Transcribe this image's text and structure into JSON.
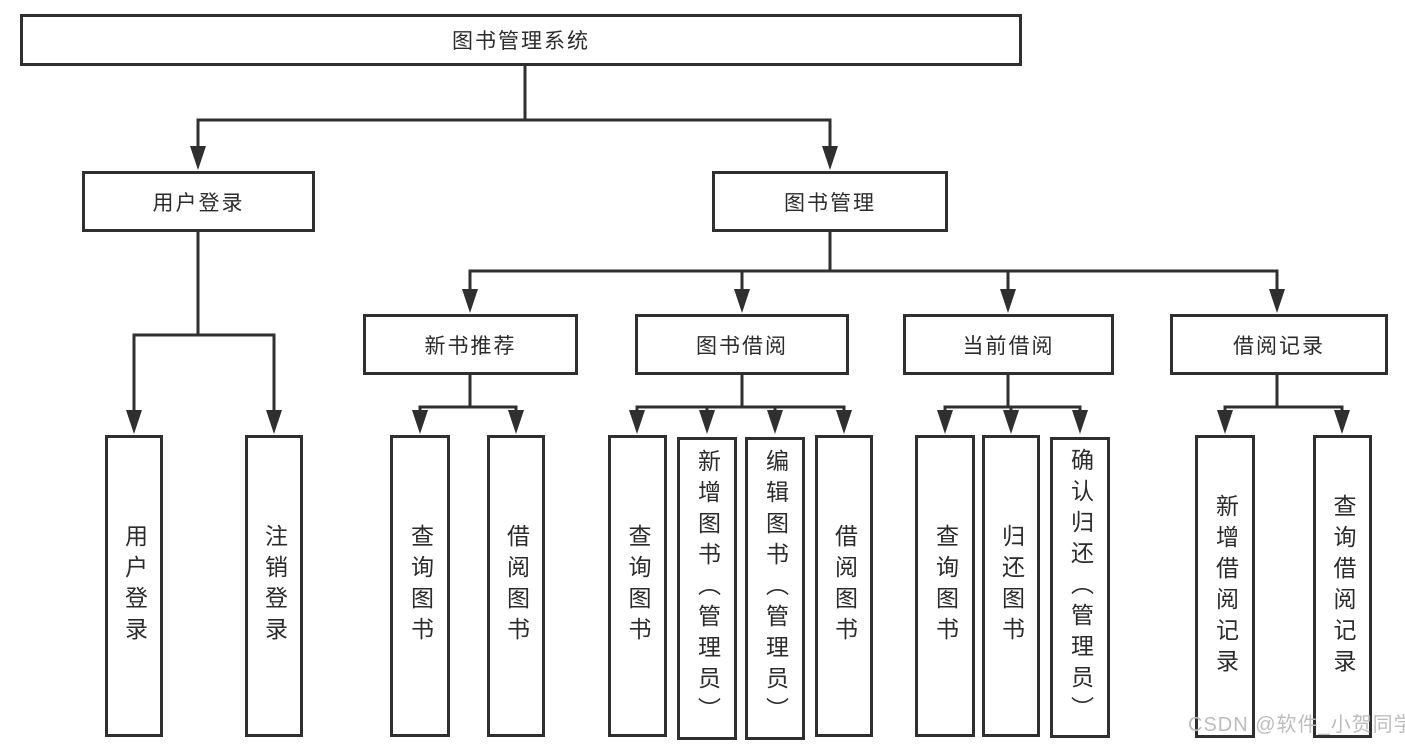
{
  "diagram": {
    "root": "图书管理系统",
    "branches": [
      {
        "label": "用户登录",
        "leaves": [
          "用户登录",
          "注销登录"
        ]
      },
      {
        "label": "图书管理",
        "children": [
          {
            "label": "新书推荐",
            "leaves": [
              "查询图书",
              "借阅图书"
            ]
          },
          {
            "label": "图书借阅",
            "leaves": [
              "查询图书",
              "新增图书（管理员）",
              "编辑图书（管理员）",
              "借阅图书"
            ]
          },
          {
            "label": "当前借阅",
            "leaves": [
              "查询图书",
              "归还图书",
              "确认归还（管理员）"
            ]
          },
          {
            "label": "借阅记录",
            "leaves": [
              "新增借阅记录",
              "查询借阅记录"
            ]
          }
        ]
      }
    ]
  },
  "watermark": "CSDN @软件_小贺同学",
  "colors": {
    "line": "#2f2f2f",
    "text": "#2b2b2b",
    "watermark": "#bcbcbc",
    "background": "#ffffff"
  }
}
